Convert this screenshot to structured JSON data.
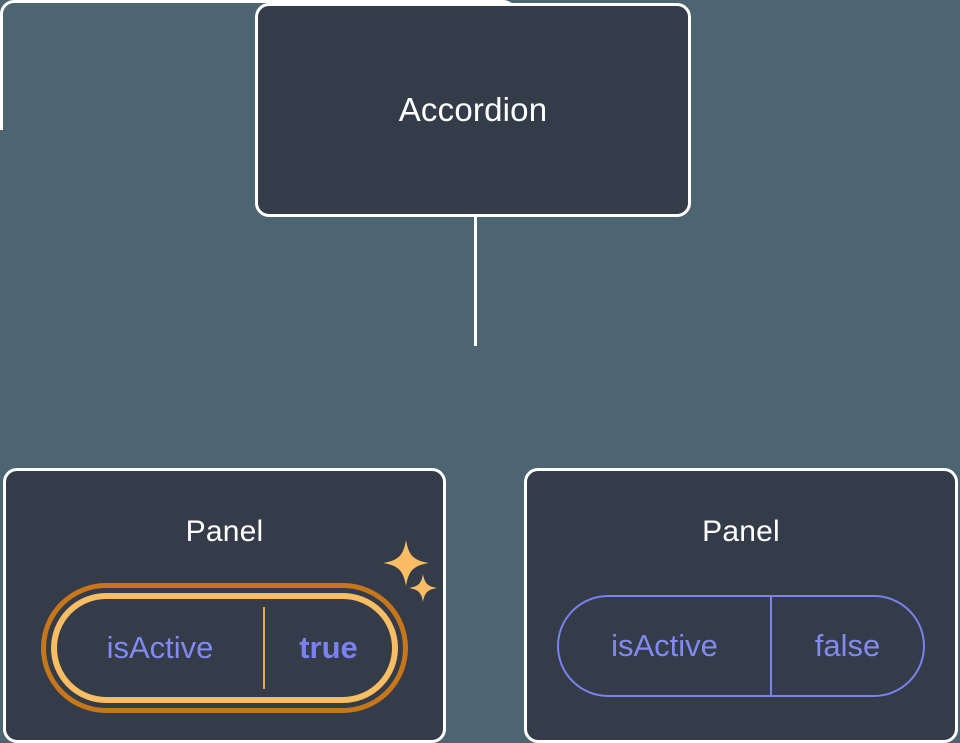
{
  "diagram": {
    "type": "component-tree",
    "background_color": "#4c6570",
    "node_fill_color": "#343b49",
    "node_border_color": "#ffffff",
    "highlight_outer_color": "#c8761a",
    "highlight_inner_color": "#f9bd63",
    "prop_text_color": "#8289f0",
    "root": {
      "label": "Accordion"
    },
    "children": [
      {
        "label": "Panel",
        "highlighted": true,
        "prop": {
          "key": "isActive",
          "value": "true"
        },
        "sparkle_icons": [
          "sparkle-icon",
          "sparkle-icon"
        ]
      },
      {
        "label": "Panel",
        "highlighted": false,
        "prop": {
          "key": "isActive",
          "value": "false"
        }
      }
    ]
  }
}
